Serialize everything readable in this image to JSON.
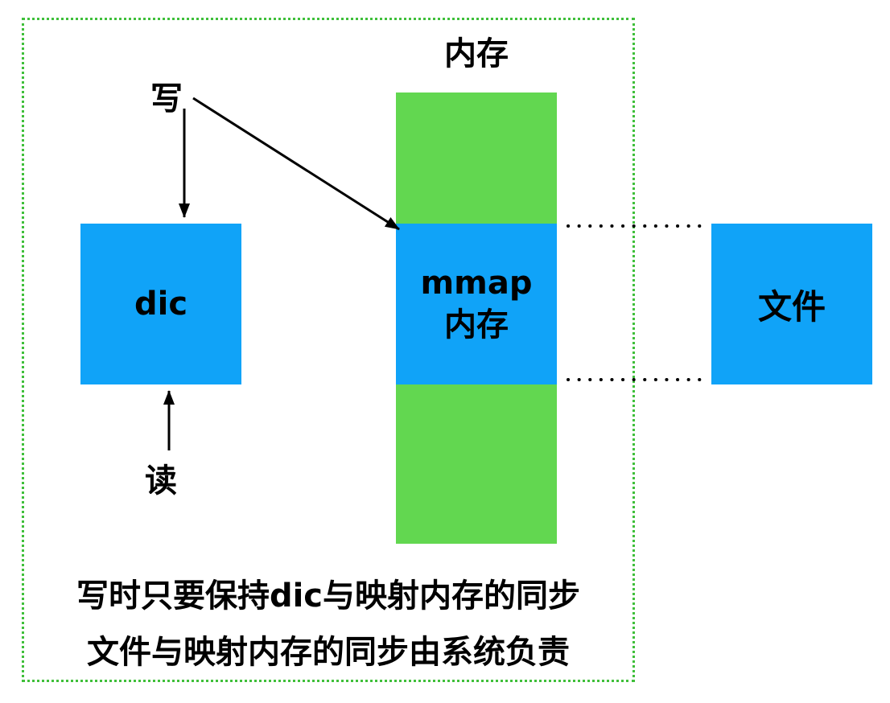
{
  "diagram": {
    "memory_label": "内存",
    "write_label": "写",
    "read_label": "读",
    "dic_label": "dic",
    "mmap_label_line1": "mmap",
    "mmap_label_line2": "内存",
    "file_label": "文件",
    "note_line1": "写时只要保持dic与映射内存的同步",
    "note_line2": "文件与映射内存的同步由系统负责",
    "colors": {
      "blue_box": "#10a3f8",
      "green_memory": "#62d750",
      "frame_dotted": "#3fbf3a"
    }
  }
}
